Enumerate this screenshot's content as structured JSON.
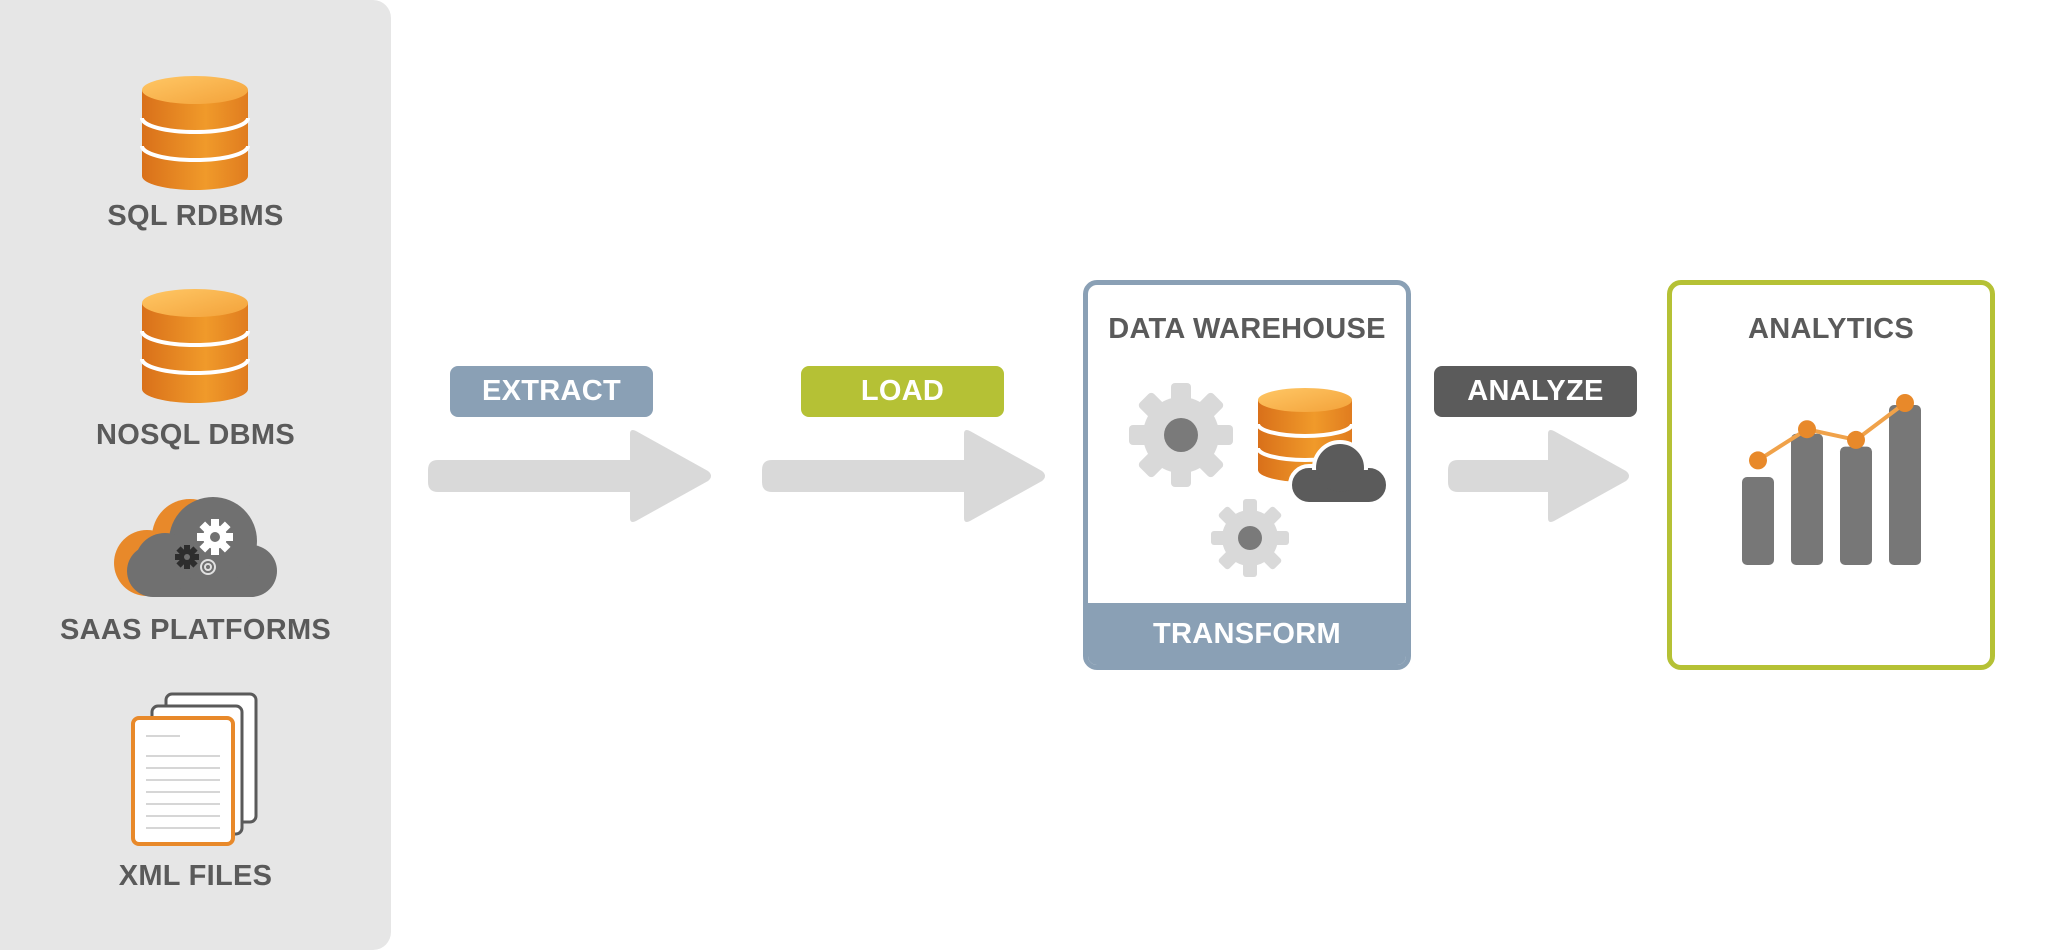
{
  "sources": {
    "items": [
      {
        "label": "SQL RDBMS",
        "icon": "database-icon"
      },
      {
        "label": "NOSQL DBMS",
        "icon": "database-icon"
      },
      {
        "label": "SAAS PLATFORMS",
        "icon": "cloud-gears-icon"
      },
      {
        "label": "XML FILES",
        "icon": "documents-icon"
      }
    ]
  },
  "steps": {
    "extract": "EXTRACT",
    "load": "LOAD",
    "analyze": "ANALYZE"
  },
  "warehouse": {
    "title": "DATA WAREHOUSE",
    "transform": "TRANSFORM"
  },
  "analytics": {
    "title": "ANALYTICS",
    "bar_levels": [
      0.55,
      0.82,
      0.74,
      1.0
    ],
    "line_levels": [
      0.3,
      0.68,
      0.55,
      1.0
    ]
  },
  "colors": {
    "orange": "#e8892a",
    "slate": "#8aa0b5",
    "lime": "#b5c135",
    "dark_gray": "#5b5b5b",
    "arrow_gray": "#d9d9d9"
  }
}
